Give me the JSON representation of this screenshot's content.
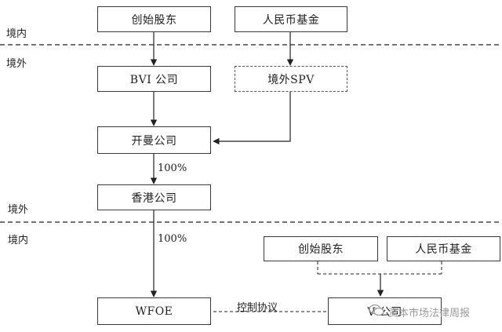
{
  "zones": {
    "top_domestic": "境内",
    "top_overseas": "境外",
    "mid_overseas": "境外",
    "mid_domestic": "境内"
  },
  "nodes": {
    "founders_top": "创始股东",
    "rmb_fund_top": "人民币基金",
    "bvi_company": "BVI 公司",
    "overseas_spv": "境外SPV",
    "cayman_company": "开曼公司",
    "hk_company": "香港公司",
    "founders_bottom": "创始股东",
    "rmb_fund_bottom": "人民币基金",
    "wfoe": "WFOE",
    "vie_company": "V   公司"
  },
  "edges": {
    "cayman_to_hk_pct": "100%",
    "hk_to_wfoe_pct": "100%",
    "control_agreement": "控制协议"
  },
  "watermark": {
    "text": "资本市场法律周报",
    "icon": "wechat-icon"
  }
}
